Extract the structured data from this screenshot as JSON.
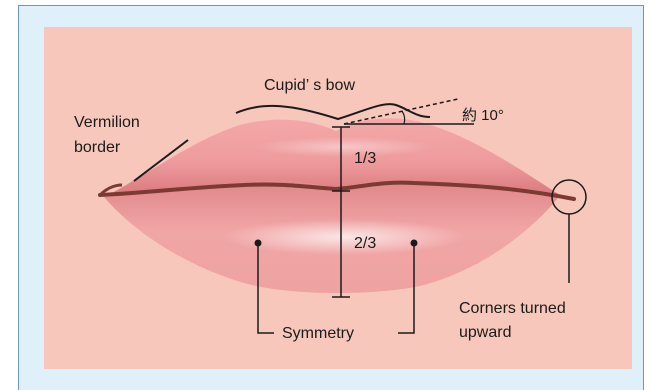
{
  "labels": {
    "cupids_bow": "Cupid’ s bow",
    "angle": "約 10°",
    "vermilion_line1": "Vermilion",
    "vermilion_line2": "border",
    "upper_ratio": "1/3",
    "lower_ratio": "2/3",
    "corners_line1": "Corners turned",
    "corners_line2": "upward",
    "symmetry": "Symmetry"
  },
  "colors": {
    "frame_bg": "#dff0fa",
    "frame_border": "#6a95c9",
    "panel_bg": "#f6c7ba",
    "lip_light": "#f7b7b4",
    "lip_mid": "#ea8f92",
    "lip_dark": "#c95d64",
    "lip_line": "#7c3a32"
  }
}
